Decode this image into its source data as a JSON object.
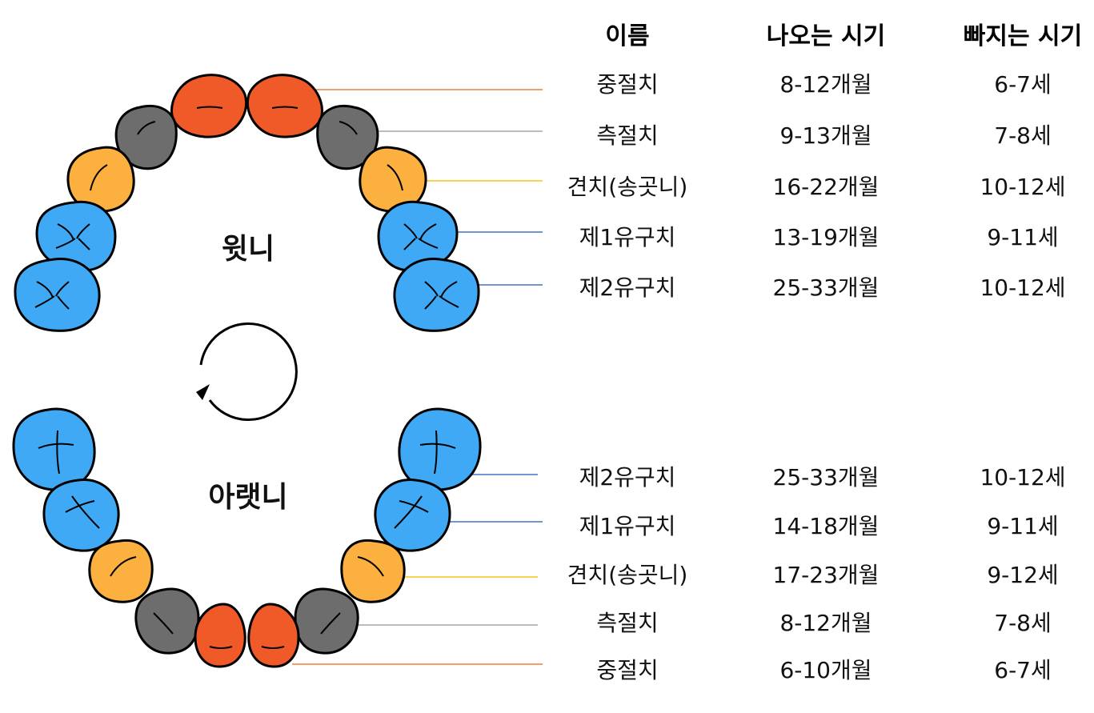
{
  "headers": {
    "name": "이름",
    "erupt": "나오는 시기",
    "shed": "빠지는 시기"
  },
  "jaw_labels": {
    "upper": "윗니",
    "lower": "아랫니"
  },
  "colors": {
    "central_incisor": "#F05A28",
    "lateral_incisor": "#6D6D6D",
    "canine": "#FBB040",
    "molar": "#3FA9F5",
    "leader_orange": "#F47A3A",
    "leader_gray": "#A6A6A6",
    "leader_yellow": "#F5C518",
    "leader_blue": "#4472C4"
  },
  "upper_teeth": [
    {
      "name": "중절치",
      "erupt": "8-12개월",
      "shed": "6-7세"
    },
    {
      "name": "측절치",
      "erupt": "9-13개월",
      "shed": "7-8세"
    },
    {
      "name": "견치(송곳니)",
      "erupt": "16-22개월",
      "shed": "10-12세"
    },
    {
      "name": "제1유구치",
      "erupt": "13-19개월",
      "shed": "9-11세"
    },
    {
      "name": "제2유구치",
      "erupt": "25-33개월",
      "shed": "10-12세"
    }
  ],
  "lower_teeth": [
    {
      "name": "제2유구치",
      "erupt": "25-33개월",
      "shed": "10-12세"
    },
    {
      "name": "제1유구치",
      "erupt": "14-18개월",
      "shed": "9-11세"
    },
    {
      "name": "견치(송곳니)",
      "erupt": "17-23개월",
      "shed": "9-12세"
    },
    {
      "name": "측절치",
      "erupt": "8-12개월",
      "shed": "7-8세"
    },
    {
      "name": "중절치",
      "erupt": "6-10개월",
      "shed": "6-7세"
    }
  ]
}
